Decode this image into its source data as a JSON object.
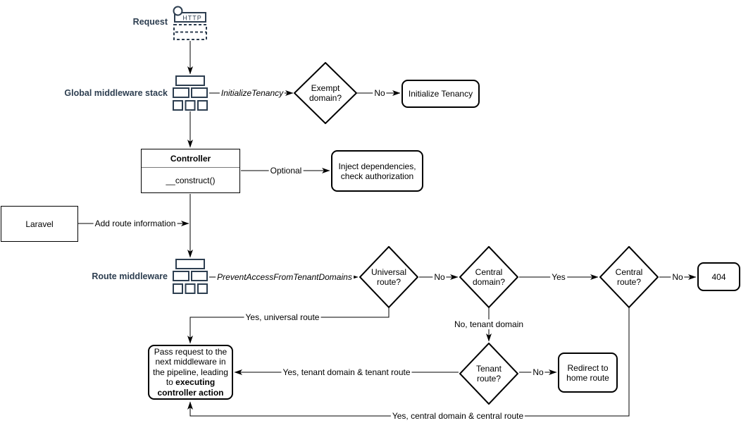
{
  "colors": {
    "navy": "#2d3e50",
    "stroke": "#000000",
    "background": "#ffffff"
  },
  "side_labels": {
    "request": "Request",
    "global_middleware": "Global middleware stack",
    "route_middleware": "Route middleware"
  },
  "icons": {
    "http_request_icon": "http-request-icon",
    "http_text": "HTTP",
    "middleware_stack_icon": "middleware-stack-icon"
  },
  "nodes": {
    "exempt_domain": "Exempt domain?",
    "initialize_tenancy": "Initialize Tenancy",
    "controller_title": "Controller",
    "controller_method": "__construct()",
    "inject_dependencies": "Inject dependencies, check authorization",
    "laravel": "Laravel",
    "universal_route": "Universal route?",
    "central_domain": "Central domain?",
    "central_route": "Central route?",
    "not_found": "404",
    "tenant_route": "Tenant route?",
    "redirect_home": "Redirect to home route",
    "pass_request_normal": "Pass request to the next middleware in the pipeline, leading to ",
    "pass_request_bold": "executing controller action"
  },
  "edge_labels": {
    "initialize_tenancy_mw": "InitializeTenancy",
    "exempt_no": "No",
    "optional": "Optional",
    "add_route_information": "Add route information",
    "prevent_access": "PreventAccessFromTenantDomains",
    "universal_no": "No",
    "central_domain_yes": "Yes",
    "central_route_no": "No",
    "yes_universal_route": "Yes, universal route",
    "no_tenant_domain": "No, tenant domain",
    "tenant_no": "No",
    "yes_tenant_domain_route": "Yes, tenant domain & tenant route",
    "yes_central_domain_route": "Yes, central domain & central route"
  }
}
